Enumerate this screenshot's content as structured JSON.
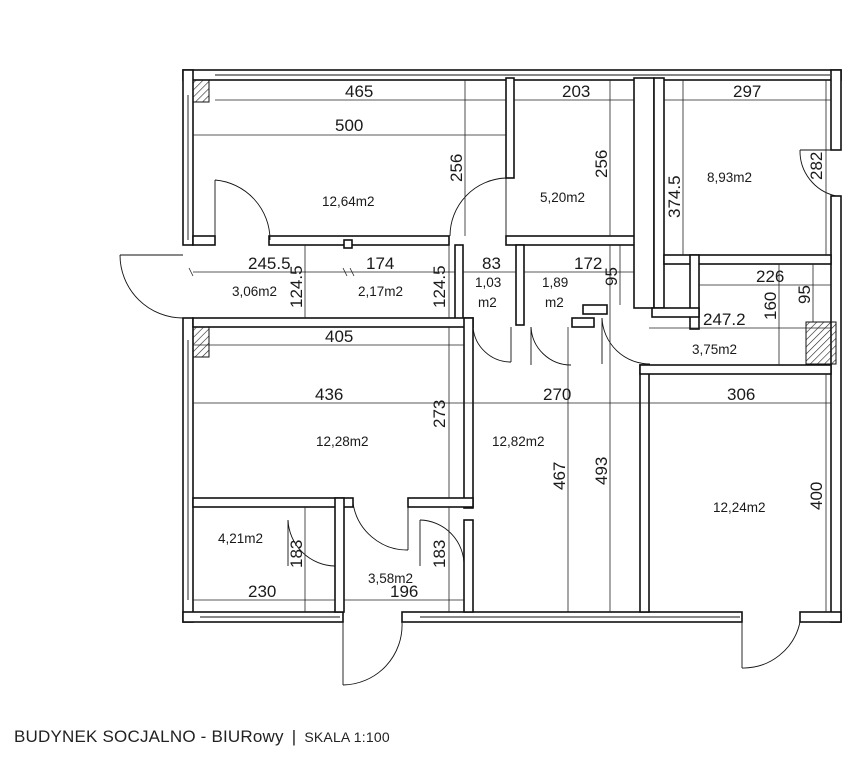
{
  "caption": {
    "building": "BUDYNEK SOCJALNO - BIURowy",
    "separator": "|",
    "scale": "SKALA 1:100"
  },
  "rooms": [
    {
      "id": "room-top-left",
      "area": "12,64m2"
    },
    {
      "id": "room-top-mid",
      "area": "5,20m2"
    },
    {
      "id": "room-top-right",
      "area": "8,93m2"
    },
    {
      "id": "vestibule",
      "area": "3,06m2"
    },
    {
      "id": "corridor-small",
      "area": "2,17m2"
    },
    {
      "id": "wc-1",
      "area": "1,03\nm2"
    },
    {
      "id": "wc-2",
      "area": "1,89\nm2"
    },
    {
      "id": "hall-right",
      "area": "3,75m2"
    },
    {
      "id": "room-mid-left",
      "area": "12,28m2"
    },
    {
      "id": "hall-center",
      "area": "12,82m2"
    },
    {
      "id": "room-bottom-right",
      "area": "12,24m2"
    },
    {
      "id": "room-bottom-left",
      "area": "4,21m2"
    },
    {
      "id": "lobby",
      "area": "3,58m2"
    }
  ],
  "dimensions": [
    "465",
    "500",
    "203",
    "256",
    "256",
    "297",
    "374.5",
    "282",
    "245.5",
    "124.5",
    "174",
    "124.5",
    "83",
    "172",
    "95",
    "226",
    "95",
    "247.2",
    "160",
    "405",
    "436",
    "270",
    "273",
    "306",
    "467",
    "493",
    "400",
    "183",
    "183",
    "230",
    "196"
  ]
}
